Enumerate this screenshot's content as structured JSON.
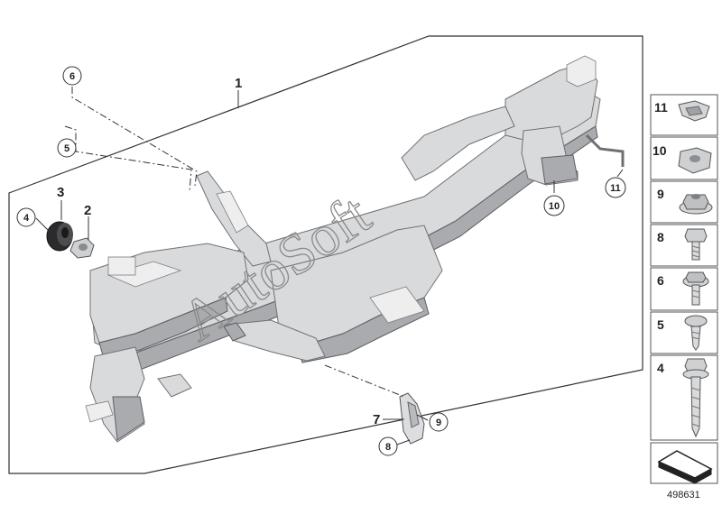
{
  "callouts": {
    "frame_main": "1",
    "nut_round": "2",
    "bushing": "3",
    "circle_4": "4",
    "circle_5": "5",
    "circle_6": "6",
    "plain_7": "7",
    "circle_8": "8",
    "circle_9": "9",
    "circle_10": "10",
    "circle_11": "11"
  },
  "legend": {
    "items": [
      "11",
      "10",
      "9",
      "8",
      "6",
      "5",
      "4"
    ]
  },
  "watermark": "AutoSoft",
  "doc_id": "498631"
}
